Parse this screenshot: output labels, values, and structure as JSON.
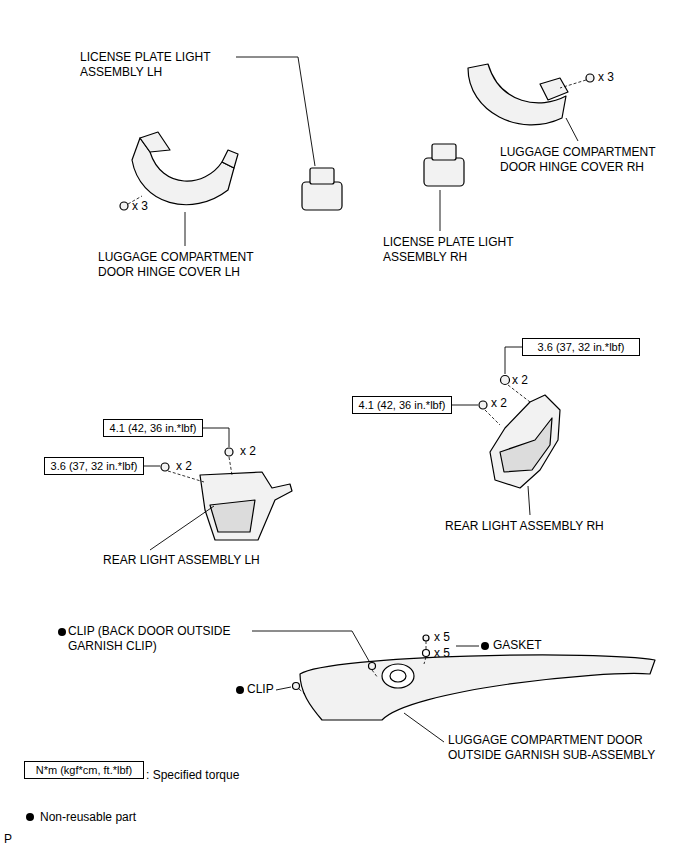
{
  "diagram": {
    "nodes": [
      {
        "text": [
          "3.6 (37, 32 in.*lbf)"
        ]
      },
      {
        "text": [
          "4.1 (42, 36 in.*lbf)"
        ]
      },
      {
        "text": [
          "4.1 (42, 36 in.*lbf)"
        ]
      },
      {
        "text": [
          "3.6 (37, 32 in.*lbf)"
        ]
      },
      {
        "text": [
          "N*m (kgf*cm, ft.*lbf)"
        ]
      }
    ],
    "labels": [
      "LICENSE PLATE LIGHT ASSEMBLY LH",
      "x 3",
      "LUGGAGE COMPARTMENT DOOR HINGE COVER LH",
      "x 3",
      "LUGGAGE COMPARTMENT DOOR HINGE COVER RH",
      "LICENSE PLATE LIGHT ASSEMBLY RH",
      "x 2",
      "x 2",
      "REAR LIGHT ASSEMBLY RH",
      "x 2",
      "x 2",
      "REAR LIGHT ASSEMBLY LH",
      "CLIP (BACK DOOR OUTSIDE GARNISH CLIP)",
      "x 5",
      "x 5",
      "GASKET",
      "CLIP",
      "LUGGAGE COMPARTMENT DOOR OUTSIDE GARNISH SUB-ASSEMBLY",
      ": Specified torque",
      "P"
    ],
    "legend": [
      {
        "text": "Non-reusable part"
      }
    ]
  }
}
